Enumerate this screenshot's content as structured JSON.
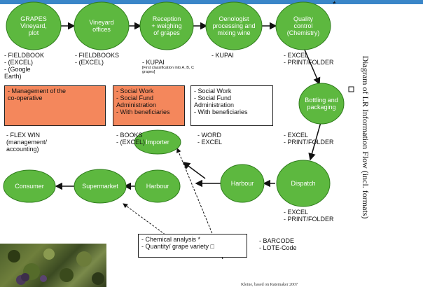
{
  "title": "Diagram of LR Information Flow (incl. formats)",
  "credit": "Kleine, based on Ratemaker 2007",
  "colors": {
    "node_fill": "#5db83f",
    "node_stroke": "#2f7d1c",
    "orange_box": "#f4875c",
    "arrow": "#111111"
  },
  "nodes": {
    "grapes": "GRAPES\nVineyard,\nplot",
    "vineyard_offices": "Vineyard\noffices",
    "reception": "Reception\n+ weighing\nof grapes",
    "oenologist": "Oenologist\nprocessing and\nmixing wine",
    "quality_control": "Quality\ncontrol\n(Chemistry)",
    "bottling": "Bottling and\npackaging",
    "dispatch": "Dispatch",
    "harbour_right": "Harbour",
    "harbour_left": "Harbour",
    "importer": "Importer",
    "supermarket": "Supermarket",
    "consumer": "Consumer"
  },
  "quality_star": "*",
  "bottling_square": "□",
  "formats": {
    "grapes": "- FIELDBOOK\n- (EXCEL)\n- (Google\n  Earth)",
    "vineyard_offices": "- FIELDBOOKS\n- (EXCEL)",
    "reception": "- KUPAI",
    "reception_note": "[First classification into A, B, C grapes]",
    "oenologist": "- KUPAI",
    "quality_control": "- EXCEL\n- PRINT/FOLDER",
    "management": "- FLEX WIN\n(management/\naccounting)",
    "social_orange": "- BOOKS\n- (EXCEL)",
    "social_white": "- WORD\n- EXCEL",
    "bottling": "- EXCEL\n- PRINT/FOLDER",
    "dispatch": "- EXCEL\n- PRINT/FOLDER",
    "analysis": "- BARCODE\n- LOTE-Code"
  },
  "boxes": {
    "management": "- Management of the\n  co-operative",
    "social_orange": "- Social Work\n- Social Fund\n  Administration\n- With beneficiaries",
    "social_white": "- Social Work\n- Social Fund\n  Administration\n- With beneficiaries",
    "analysis": "- Chemical analysis *\n- Quantity/ grape variety □"
  }
}
